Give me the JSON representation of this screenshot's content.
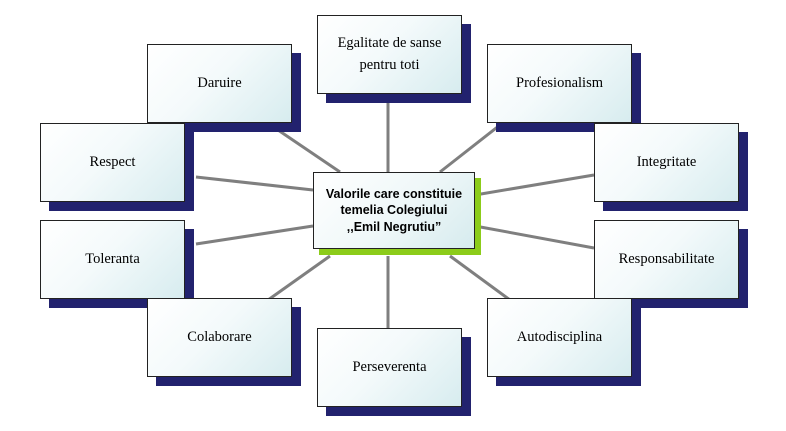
{
  "center": {
    "line1": "Valorile care constituie",
    "line2": "temelia Colegiului",
    "line3": ",,Emil Negrutiu”"
  },
  "nodes": [
    {
      "id": "egalitate",
      "line1": "Egalitate de sanse",
      "line2": "pentru toti"
    },
    {
      "id": "daruire",
      "label": "Daruire"
    },
    {
      "id": "profesionalism",
      "label": "Profesionalism"
    },
    {
      "id": "respect",
      "label": "Respect"
    },
    {
      "id": "integritate",
      "label": "Integritate"
    },
    {
      "id": "toleranta",
      "label": "Toleranta"
    },
    {
      "id": "responsabilitate",
      "label": "Responsabilitate"
    },
    {
      "id": "colaborare",
      "label": "Colaborare"
    },
    {
      "id": "autodisciplina",
      "label": "Autodisciplina"
    },
    {
      "id": "perseverenta",
      "label": "Perseverenta"
    }
  ],
  "colors": {
    "shadow": "#22226e",
    "center_shadow": "#8ccc1a",
    "connector": "#7f7f7f"
  }
}
